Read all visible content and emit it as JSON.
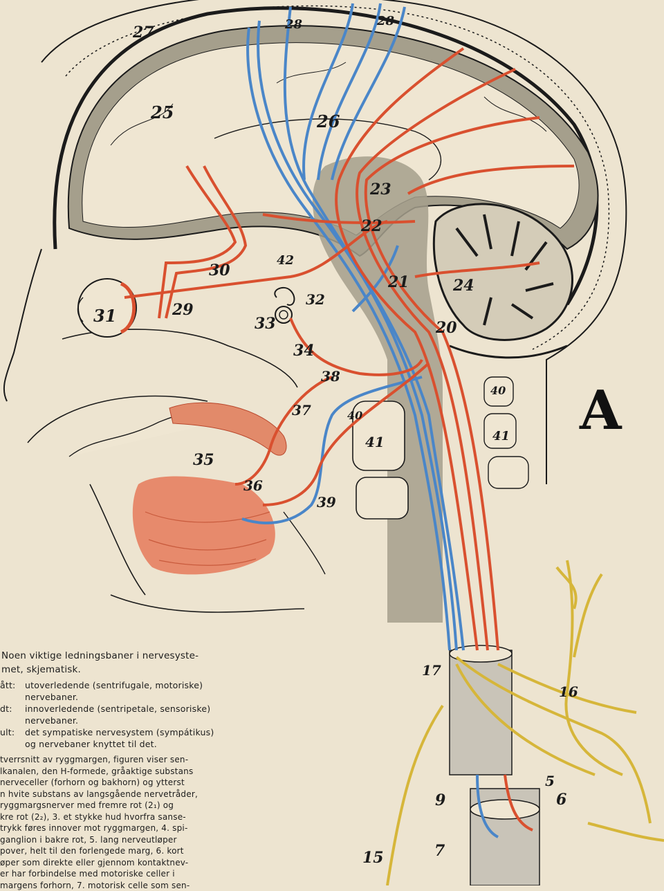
{
  "figure_letter": "A",
  "labels": [
    {
      "id": "27",
      "text": "27"
    },
    {
      "id": "28a",
      "text": "28"
    },
    {
      "id": "28b",
      "text": "28"
    },
    {
      "id": "25",
      "text": "25"
    },
    {
      "id": "26",
      "text": "26"
    },
    {
      "id": "23",
      "text": "23"
    },
    {
      "id": "22",
      "text": "22"
    },
    {
      "id": "42",
      "text": "42"
    },
    {
      "id": "30",
      "text": "30"
    },
    {
      "id": "21",
      "text": "21"
    },
    {
      "id": "24",
      "text": "24"
    },
    {
      "id": "31",
      "text": "31"
    },
    {
      "id": "29",
      "text": "29"
    },
    {
      "id": "32",
      "text": "32"
    },
    {
      "id": "33",
      "text": "33"
    },
    {
      "id": "20",
      "text": "20"
    },
    {
      "id": "34",
      "text": "34"
    },
    {
      "id": "38",
      "text": "38"
    },
    {
      "id": "40a",
      "text": "40"
    },
    {
      "id": "40b",
      "text": "40"
    },
    {
      "id": "37",
      "text": "37"
    },
    {
      "id": "41a",
      "text": "41"
    },
    {
      "id": "41b",
      "text": "41"
    },
    {
      "id": "35",
      "text": "35"
    },
    {
      "id": "36",
      "text": "36"
    },
    {
      "id": "39",
      "text": "39"
    },
    {
      "id": "17",
      "text": "17"
    },
    {
      "id": "16",
      "text": "16"
    },
    {
      "id": "5",
      "text": "5"
    },
    {
      "id": "9",
      "text": "9"
    },
    {
      "id": "6",
      "text": "6"
    },
    {
      "id": "7",
      "text": "7"
    },
    {
      "id": "15",
      "text": "15"
    }
  ],
  "legend": {
    "title_line1": "Noen viktige ledningsbaner i nervesyste-",
    "title_line2": "met, skjematisk.",
    "rows": [
      {
        "key": "ått:",
        "line1": "utoverledende (sentrifugale, motoriske)",
        "line2": "nervebaner."
      },
      {
        "key": "dt:",
        "line1": "innoverledende (sentripetale, sensoriske)",
        "line2": "nervebaner."
      },
      {
        "key": "ult:",
        "line1": "det sympatiske nervesystem (sympátikus)",
        "line2": "og nervebaner knyttet til det."
      }
    ],
    "description": [
      "tverrsnitt av ryggmargen, figuren viser sen-",
      "lkanalen, den H-formede, gråaktige substans",
      "nerveceller (forhorn og bakhorn) og ytterst",
      "n hvite substans av langsgående nervetråder,",
      "ryggmargsnerver med fremre rot (2₁) og",
      "kre rot (2₂), 3. et stykke hud hvorfra sanse-",
      "trykk føres innover mot ryggmargen, 4. spi-",
      "ganglion i bakre rot, 5. lang nerveutløper",
      "pover, helt til den forlengede marg, 6. kort",
      "øper som direkte eller gjennom kontaktnev-",
      "er har forbindelse med motoriske celler i",
      "margens forhorn, 7. motorisk celle som sen-"
    ]
  },
  "colors": {
    "paper": "#ede4d0",
    "motor_red": "#d9502f",
    "sensory_blue": "#4a86c8",
    "sympathetic_yellow": "#d6b63a",
    "grey_matter": "#a59f8c",
    "outline": "#1b1b1b"
  }
}
